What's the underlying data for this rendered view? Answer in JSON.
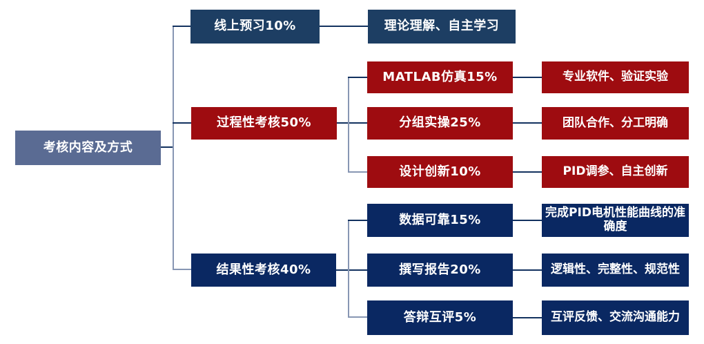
{
  "diagram_title": "考核内容及方式",
  "colors": {
    "root_fill": "#5A6B93",
    "top_branch_fill": "#1D3E63",
    "process_fill": "#9E0C10",
    "result_fill": "#0A2862",
    "connector_dark": "#12315F",
    "connector_light": "#8796B3",
    "text": "#FFFFFF",
    "background": "#FFFFFF"
  },
  "tree": {
    "root": "考核内容及方式",
    "branches": [
      {
        "label": "线上预习10%",
        "desc": "理论理解、自主学习"
      },
      {
        "label": "过程性考核50%",
        "children": [
          {
            "label": "MATLAB仿真15%",
            "desc": "专业软件、验证实验"
          },
          {
            "label": "分组实操25%",
            "desc": "团队合作、分工明确"
          },
          {
            "label": "设计创新10%",
            "desc": "PID调参、自主创新"
          }
        ]
      },
      {
        "label": "结果性考核40%",
        "children": [
          {
            "label": "数据可靠15%",
            "desc": "完成PID电机性能曲线的准确度"
          },
          {
            "label": "撰写报告20%",
            "desc": "逻辑性、完整性、规范性"
          },
          {
            "label": "答辩互评5%",
            "desc": "互评反馈、交流沟通能力"
          }
        ]
      }
    ]
  }
}
